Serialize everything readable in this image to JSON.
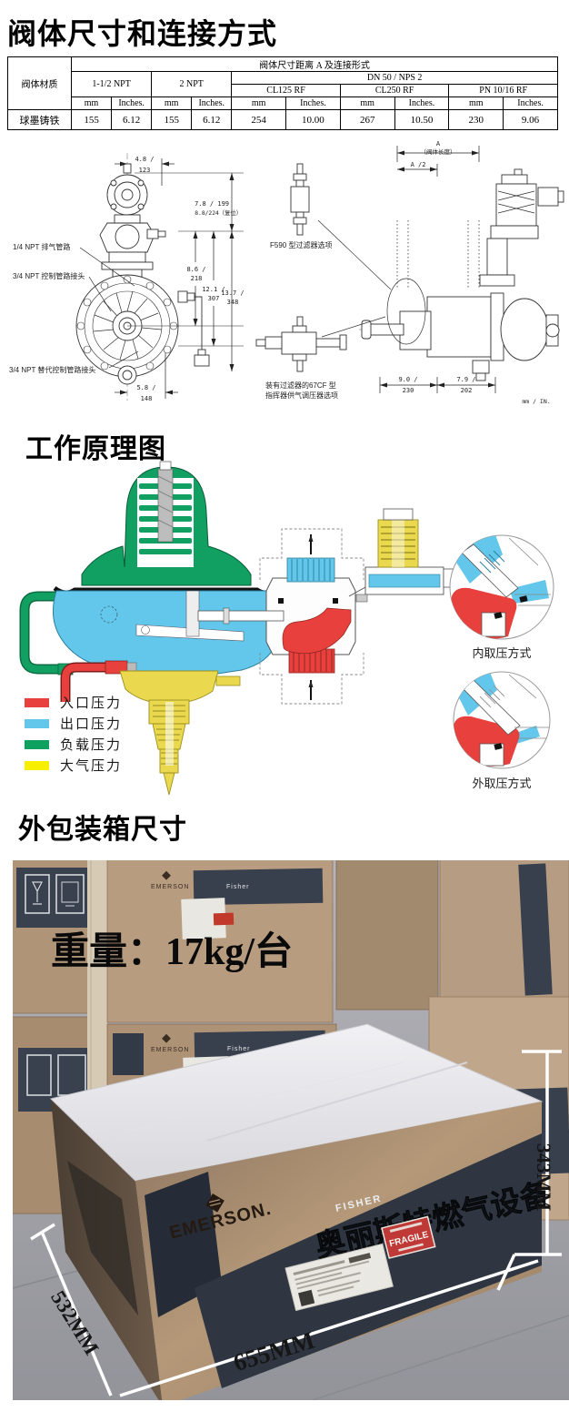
{
  "dims_section": {
    "title": "阀体尺寸和连接方式",
    "table": {
      "material_header": "阀体材质",
      "top_header": "阀体尺寸距离 A 及连接形式",
      "npt1": "1-1/2 NPT",
      "npt2": "2 NPT",
      "dn": "DN 50 / NPS 2",
      "cl125": "CL125 RF",
      "cl250": "CL250 RF",
      "pn": "PN 10/16 RF",
      "unit_mm": "mm",
      "unit_in": "Inches.",
      "material": "球墨铸铁",
      "values": [
        "155",
        "6.12",
        "155",
        "6.12",
        "254",
        "10.00",
        "267",
        "10.50",
        "230",
        "9.06"
      ]
    },
    "front_view": {
      "label_vent": "1/4 NPT 排气管路",
      "label_ctrl": "3/4 NPT 控制管路接头",
      "label_alt": "3/4 NPT 替代控制管路接头",
      "dim_top_a": "4.8 /",
      "dim_top_b": "123",
      "dim_right_a": "7.8 / 199",
      "dim_right_b": "8.8/224（复位）",
      "dim_h1a": "8.6 /",
      "dim_h1b": "218",
      "dim_h2a": "12.1 /",
      "dim_h2b": "307",
      "dim_h3a": "13.7 /",
      "dim_h3b": "348",
      "dim_bot_a": "5.8 /",
      "dim_bot_b": "148"
    },
    "side_view": {
      "dim_a": "A",
      "dim_a_note": "（阀体长度）",
      "dim_a_half": "A /2",
      "label_f590": "F590 型过滤器选项",
      "label_67cf_1": "装有过滤器的67CF 型",
      "label_67cf_2": "指挥器供气调压器选项",
      "dim_l_a": "9.0 /",
      "dim_l_b": "230",
      "dim_r_a": "7.9 /",
      "dim_r_b": "202",
      "units": "mm / IN."
    }
  },
  "principle_section": {
    "title": "工作原理图",
    "legend": [
      {
        "label": "入口压力",
        "color": "#e8403c"
      },
      {
        "label": "出口压力",
        "color": "#62c7ea"
      },
      {
        "label": "负载压力",
        "color": "#0ea05e"
      },
      {
        "label": "大气压力",
        "color": "#f8ee00"
      }
    ],
    "inset_top_label": "内取压方式",
    "inset_bottom_label": "外取压方式"
  },
  "packaging_section": {
    "title": "外包装箱尺寸",
    "weight_text": "重量：17kg/台",
    "dim_height": "343MM",
    "dim_depth": "532MM",
    "dim_width": "655MM",
    "brand_emerson": "EMERSON.",
    "brand_fisher": "FISHER",
    "box_cn_text": "奥丽斯特燃气设备",
    "fragile_label": "FRAGILE",
    "bg_brand_emerson": "EMERSON",
    "bg_brand_fisher": "Fisher"
  }
}
